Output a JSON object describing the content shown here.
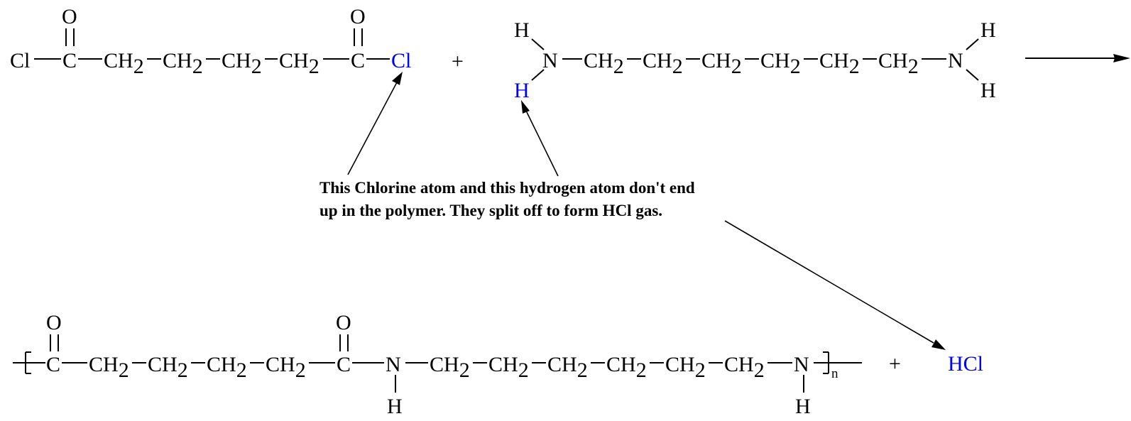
{
  "atoms": {
    "o": "O",
    "c": "C",
    "cl": "Cl",
    "n": "N",
    "h": "H",
    "ch": "CH",
    "two": "2",
    "n_sub": "n"
  },
  "plus": "+",
  "byproduct": "HCl",
  "annotation": {
    "line1_this": "This",
    "line1_rest_a": " Chlorine atom and ",
    "line1_this2": "this",
    "line1_rest_b": " hydrogen atom don't end",
    "line2": "up in the polymer.  They split off  to form HCl gas."
  },
  "colors": {
    "highlight": "#0000ff",
    "ink": "#000000"
  }
}
